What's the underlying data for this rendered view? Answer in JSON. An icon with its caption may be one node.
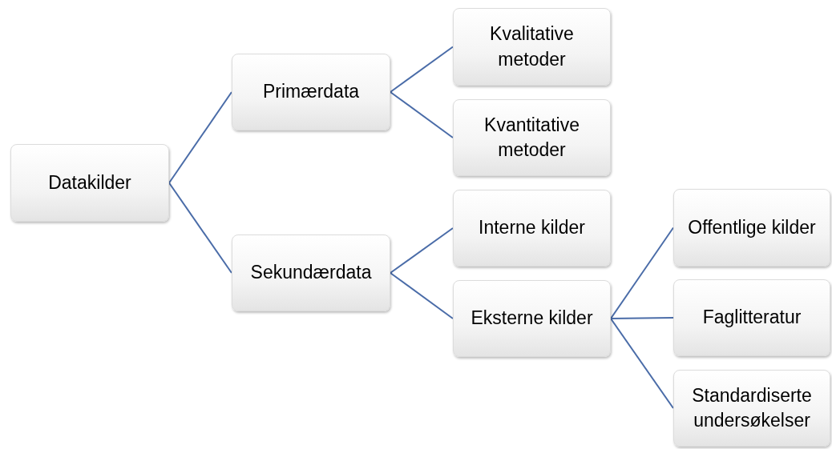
{
  "diagram": {
    "nodes": [
      {
        "text": [
          "Datakilder"
        ]
      },
      {
        "text": [
          "Primærdata"
        ]
      },
      {
        "text": [
          "Sekundærdata"
        ]
      },
      {
        "text": [
          "Kvalitative metoder"
        ]
      },
      {
        "text": [
          "Kvantitative metoder"
        ]
      },
      {
        "text": [
          "Interne kilder"
        ]
      },
      {
        "text": [
          "Eksterne kilder"
        ]
      },
      {
        "text": [
          "Offentlige kilder"
        ]
      },
      {
        "text": [
          "Faglitteratur"
        ]
      },
      {
        "text": [
          "Standardiserte undersøkelser"
        ]
      }
    ],
    "edges": [
      {
        "from": 0,
        "to": 1,
        "arrow": "none"
      },
      {
        "from": 0,
        "to": 2,
        "arrow": "none"
      },
      {
        "from": 1,
        "to": 3,
        "arrow": "none"
      },
      {
        "from": 1,
        "to": 4,
        "arrow": "none"
      },
      {
        "from": 2,
        "to": 5,
        "arrow": "none"
      },
      {
        "from": 2,
        "to": 6,
        "arrow": "none"
      },
      {
        "from": 6,
        "to": 7,
        "arrow": "none"
      },
      {
        "from": 6,
        "to": 8,
        "arrow": "none"
      },
      {
        "from": 6,
        "to": 9,
        "arrow": "none"
      }
    ]
  }
}
